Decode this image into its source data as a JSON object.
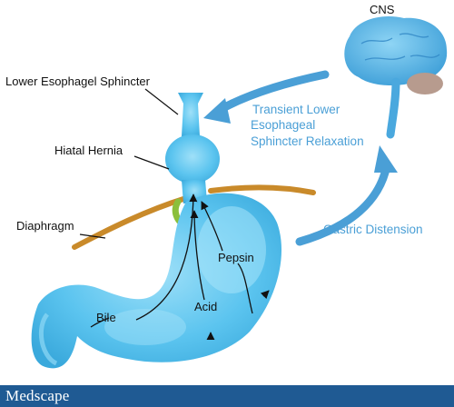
{
  "labels": {
    "cns": "CNS",
    "lower_esophageal_sphincter": "Lower Esophagel Sphincter",
    "hiatal_hernia": "Hiatal Hernia",
    "diaphragm": "Diaphragm",
    "pepsin": "Pepsin",
    "acid": "Acid",
    "bile": "Bile",
    "gastric_distension": "Gastric Distension",
    "tlesr_line1": "Transient Lower",
    "tlesr_line2": "Esophageal",
    "tlesr_line3": "Sphincter Relaxation"
  },
  "footer": {
    "logo": "Medscape"
  },
  "colors": {
    "organ_blue": "#5bc4ef",
    "organ_light": "#8fd8f5",
    "arrow_blue": "#4a9fd6",
    "diaphragm_orange": "#c98a2a",
    "footer_bg": "#1f5a93",
    "brainstem_tan": "#b79b8e"
  },
  "icons": [
    "brain-icon",
    "stomach-icon",
    "esophagus-icon"
  ]
}
